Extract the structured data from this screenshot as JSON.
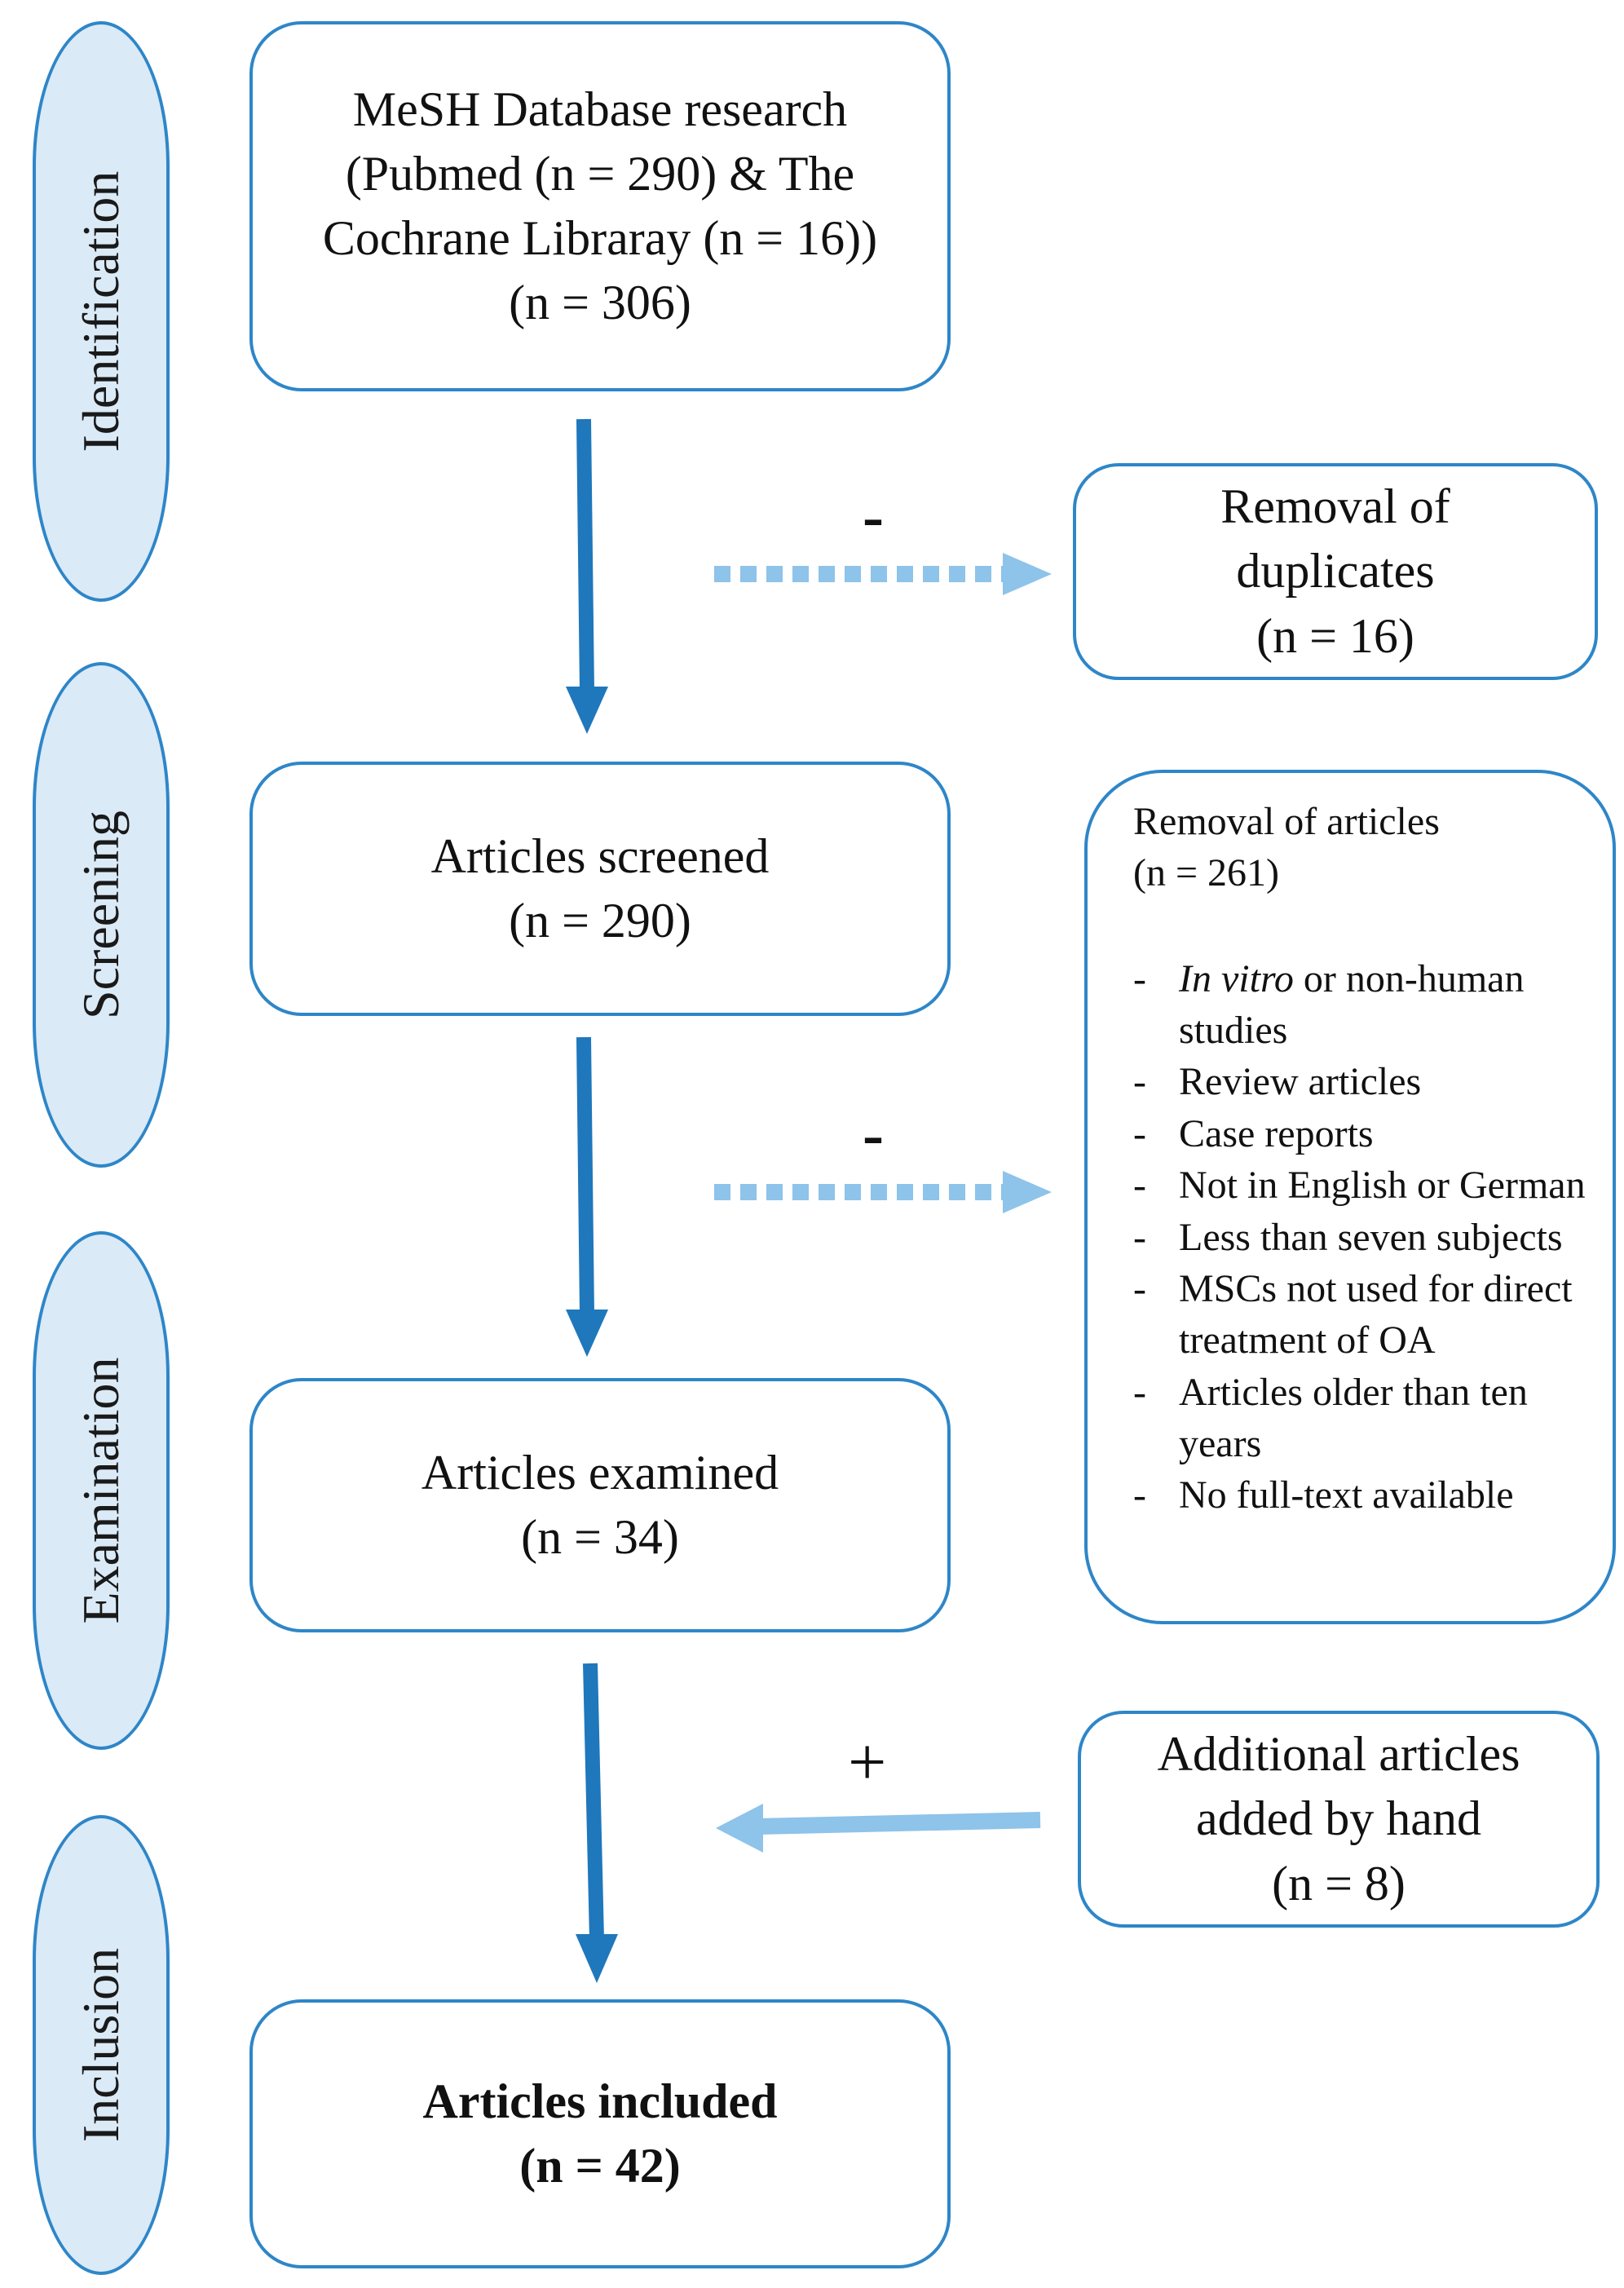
{
  "stages": {
    "identification": "Identification",
    "screening": "Screening",
    "examination": "Examination",
    "inclusion": "Inclusion"
  },
  "boxes": {
    "search": {
      "line1": "MeSH Database research",
      "line2": "(Pubmed (n = 290) & The",
      "line3": "Cochrane Libraray (n = 16))",
      "line4": "(n = 306)"
    },
    "duplicates": {
      "line1": "Removal of",
      "line2": "duplicates",
      "line3": "(n = 16)"
    },
    "screened": {
      "line1": "Articles screened",
      "line2": "(n = 290)"
    },
    "examined": {
      "line1": "Articles examined",
      "line2": "(n = 34)"
    },
    "additional": {
      "line1": "Additional articles",
      "line2": "added by hand",
      "line3": "(n = 8)"
    },
    "included": {
      "line1": "Articles included",
      "line2": "(n = 42)"
    }
  },
  "exclusion": {
    "title": "Removal of articles",
    "count": "(n = 261)",
    "items": [
      {
        "italic": "In vitro",
        "rest": " or non-human studies"
      },
      {
        "text": "Review articles"
      },
      {
        "text": "Case reports"
      },
      {
        "text": "Not in English or German"
      },
      {
        "text": "Less than seven subjects"
      },
      {
        "text": "MSCs not used for direct treatment of OA"
      },
      {
        "text": "Articles older than ten years"
      },
      {
        "text": "No full-text available"
      }
    ],
    "bullet": "-"
  },
  "signs": {
    "minus": "-",
    "plus": "+"
  },
  "colors": {
    "border": "#2e86c8",
    "stage_fill": "#dbeaf7",
    "main_arrow": "#1f77bc",
    "side_arrow": "#8ec3ea"
  }
}
